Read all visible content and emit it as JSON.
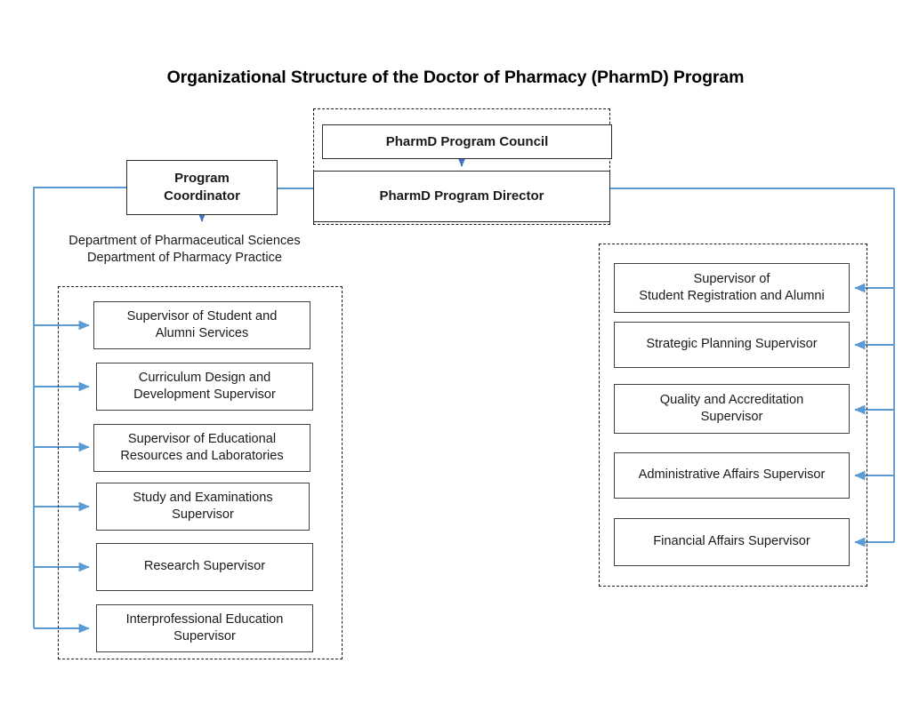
{
  "diagram": {
    "title": "Organizational Structure of the Doctor of Pharmacy (PharmD) Program",
    "accent_color": "#5B9BD5",
    "box_border_color": "#404040",
    "group_border_color": "#1a1a1a"
  },
  "top_group": {
    "council": "PharmD Program Council",
    "director": "PharmD Program Director"
  },
  "coordinator": {
    "label_line1": "Program",
    "label_line2": "Coordinator"
  },
  "departments": {
    "line1": "Department of Pharmaceutical Sciences",
    "line2": "Department of Pharmacy Practice"
  },
  "left_supervisors": [
    {
      "line1": "Supervisor of Student and",
      "line2": "Alumni Services"
    },
    {
      "line1": "Curriculum Design and",
      "line2": "Development Supervisor"
    },
    {
      "line1": "Supervisor of Educational",
      "line2": "Resources and Laboratories"
    },
    {
      "line1": "Study and Examinations",
      "line2": "Supervisor"
    },
    {
      "line1": "Research Supervisor",
      "line2": ""
    },
    {
      "line1": "Interprofessional Education",
      "line2": "Supervisor"
    }
  ],
  "right_supervisors": [
    {
      "line1": "Supervisor of",
      "line2": "Student Registration and Alumni"
    },
    {
      "line1": "Strategic Planning Supervisor",
      "line2": ""
    },
    {
      "line1": "Quality and Accreditation",
      "line2": "Supervisor"
    },
    {
      "line1": "Administrative Affairs Supervisor",
      "line2": ""
    },
    {
      "line1": "Financial Affairs Supervisor",
      "line2": ""
    }
  ]
}
